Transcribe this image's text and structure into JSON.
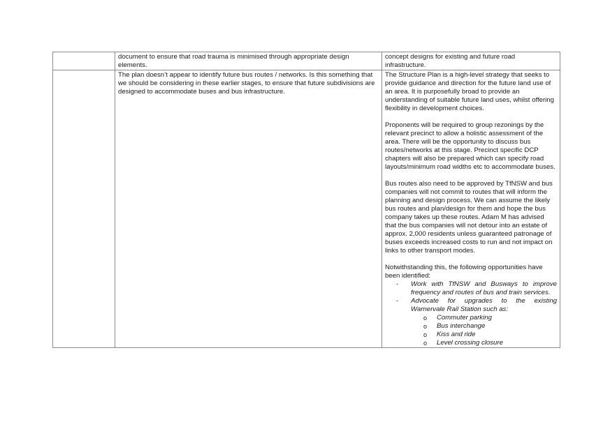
{
  "rows": [
    {
      "question": "document to ensure that road trauma is minimised through appropriate design elements.",
      "response": "concept designs for existing and future road infrastructure."
    },
    {
      "question": "The plan doesn’t appear to identify future bus routes / networks. Is this something that we should be considering in these earlier stages, to ensure that future subdivisions are designed to accommodate buses and bus infrastructure.",
      "response_paragraphs": [
        "The Structure Plan is a high-level strategy that seeks to provide guidance and direction for the future land use of an area. It is purposefully broad to provide an understanding of suitable future land uses, whilst offering flexibility in development choices.",
        "Proponents will be required to group rezonings by the relevant precinct to allow a holistic assessment of the area. There will be the opportunity to discuss bus routes/networks at this stage. Precinct specific DCP chapters will also be prepared which can specify road layouts/minimum road widths etc to accommodate buses.",
        "Bus routes also need to be approved by TfNSW and bus companies will not commit to routes that will inform the planning and design process. We can assume the likely bus routes and plan/design for them and hope the bus company takes up these routes. Adam M has advised that the bus companies will not detour into an estate of approx. 2,000 residents unless guaranteed patronage of buses exceeds increased costs to run and not impact on links to other transport modes."
      ],
      "opportunities_intro": "Notwithstanding this, the following opportunities have been identified:",
      "bullet_marker": "-",
      "sub_bullet_marker": "o",
      "opportunities": [
        "Work with TfNSW and Busways to improve frequency and routes of bus and train services.",
        "Advocate for upgrades to the existing Warnervale Rail Station such as:"
      ],
      "sub_opportunities": [
        "Commuter parking",
        "Bus interchange",
        "Kiss and ride",
        "Level crossing closure"
      ]
    }
  ]
}
